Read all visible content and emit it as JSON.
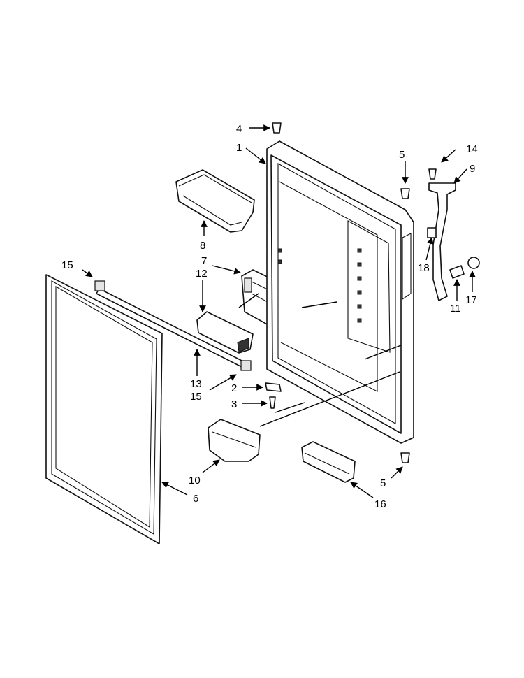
{
  "callouts": {
    "c1": "1",
    "c2": "2",
    "c3": "3",
    "c4": "4",
    "c5a": "5",
    "c5b": "5",
    "c6": "6",
    "c7": "7",
    "c8": "8",
    "c9": "9",
    "c10": "10",
    "c11": "11",
    "c12": "12",
    "c13": "13",
    "c14": "14",
    "c15a": "15",
    "c15b": "15",
    "c16": "16",
    "c17": "17",
    "c18": "18"
  }
}
